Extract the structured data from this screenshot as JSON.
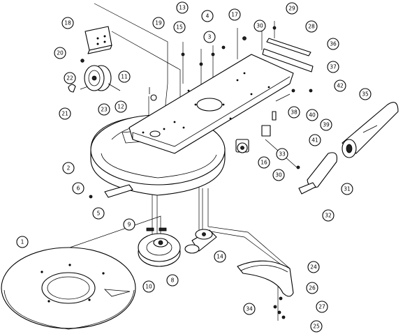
{
  "callouts": [
    "1",
    "2",
    "3",
    "4",
    "5",
    "6",
    "8",
    "9",
    "10",
    "11",
    "12",
    "13",
    "14",
    "15",
    "16",
    "17",
    "18",
    "19",
    "20",
    "21",
    "22",
    "23",
    "24",
    "25",
    "26",
    "27",
    "29",
    "28",
    "30",
    "30",
    "31",
    "32",
    "33",
    "34",
    "35",
    "36",
    "37",
    "38",
    "39",
    "40",
    "41",
    "42"
  ],
  "colors": {
    "line": "#000000",
    "fill": "#ffffff",
    "dark": "#222222"
  }
}
